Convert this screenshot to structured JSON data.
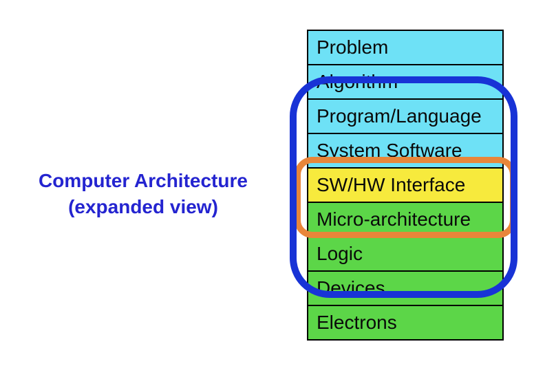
{
  "caption": {
    "line1": "Computer Architecture",
    "line2": "(expanded view)",
    "color": "#2424d0"
  },
  "stack": {
    "border_color": "#000000",
    "layers": [
      {
        "label": "Problem",
        "color": "#6ee1f6"
      },
      {
        "label": "Algorithm",
        "color": "#6ee1f6"
      },
      {
        "label": "Program/Language",
        "color": "#6ee1f6"
      },
      {
        "label": "System Software",
        "color": "#6ee1f6"
      },
      {
        "label": "SW/HW Interface",
        "color": "#f7ea3d"
      },
      {
        "label": "Micro-architecture",
        "color": "#5cd648"
      },
      {
        "label": "Logic",
        "color": "#5cd648"
      },
      {
        "label": "Devices",
        "color": "#5cd648"
      },
      {
        "label": "Electrons",
        "color": "#5cd648"
      }
    ]
  },
  "annotations": {
    "blue_ring_color": "#1833d6",
    "orange_ring_color": "#e8863a"
  }
}
